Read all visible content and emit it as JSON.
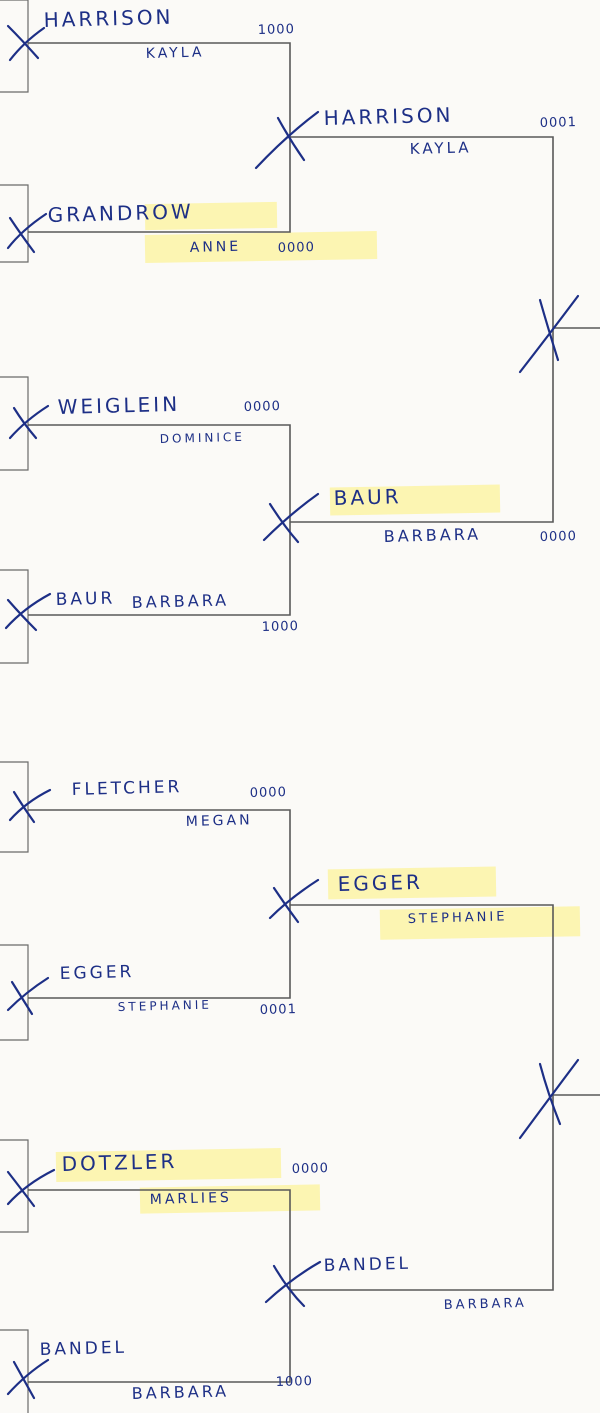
{
  "round1": [
    {
      "surname": "HARRISON",
      "first": "KAYLA",
      "score": "1000"
    },
    {
      "surname": "GRANDROW",
      "first": "ANNE",
      "score": "0000"
    },
    {
      "surname": "WEIGLEIN",
      "first": "DOMINICE",
      "score": "0000"
    },
    {
      "surname": "BAUR",
      "first": "BARBARA",
      "score": "1000"
    },
    {
      "surname": "FLETCHER",
      "first": "MEGAN",
      "score": "0000"
    },
    {
      "surname": "EGGER",
      "first": "STEPHANIE",
      "score": "0001"
    },
    {
      "surname": "DOTZLER",
      "first": "MARLIES",
      "score": "0000"
    },
    {
      "surname": "BANDEL",
      "first": "BARBARA",
      "score": "1000"
    }
  ],
  "round2": [
    {
      "surname": "HARRISON",
      "first": "KAYLA",
      "score": "0001"
    },
    {
      "surname": "BAUR",
      "first": "BARBARA",
      "score": "0000"
    },
    {
      "surname": "EGGER",
      "first": "STEPHANIE",
      "score": ""
    },
    {
      "surname": "BANDEL",
      "first": "BARBARA",
      "score": ""
    }
  ]
}
